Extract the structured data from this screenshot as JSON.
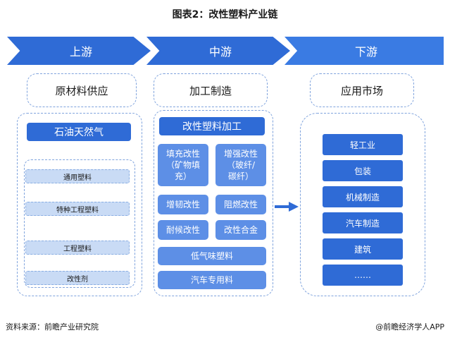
{
  "title": "图表2：改性塑料产业链",
  "stages": [
    "上游",
    "中游",
    "下游"
  ],
  "upstream": {
    "header": "原材料供应",
    "main_item": "石油天然气",
    "items": [
      "通用塑料",
      "特种工程塑料",
      "工程塑料",
      "改性剂"
    ]
  },
  "midstream": {
    "header": "加工制造",
    "main_item": "改性塑料加工",
    "grid": [
      "填充改性\n（矿物填\n充）",
      "增强改性\n（玻纤/\n碳纤）",
      "增韧改性",
      "阻燃改性",
      "耐候改性",
      "改性合金"
    ],
    "wide": [
      "低气味塑料",
      "汽车专用料"
    ]
  },
  "downstream": {
    "header": "应用市场",
    "items": [
      "轻工业",
      "包装",
      "机械制造",
      "汽车制造",
      "建筑",
      "……"
    ]
  },
  "footer": {
    "source": "资料来源：前瞻产业研究院",
    "brand": "@前瞻经济学人APP"
  },
  "colors": {
    "primary": "#2f6bd6",
    "mid": "#5d8fe6",
    "light": "#c9dbf5",
    "dash": "#7fa3dd"
  },
  "icons": {
    "arrow": "right-arrow-icon"
  }
}
